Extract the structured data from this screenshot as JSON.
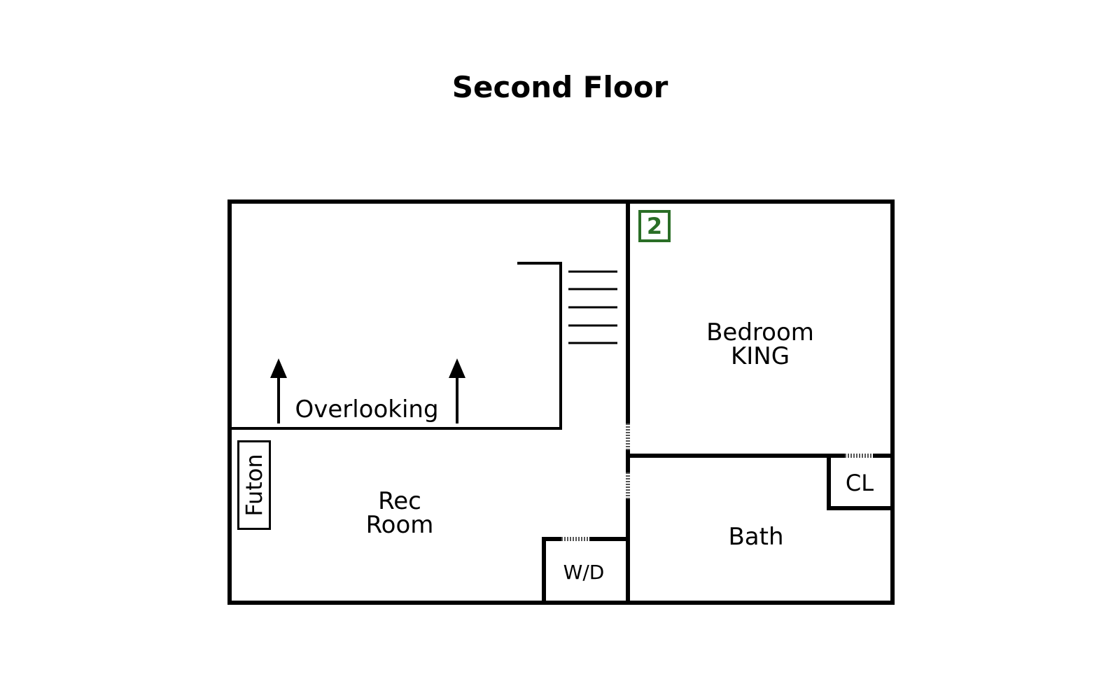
{
  "title": "Second Floor",
  "rooms": {
    "bedroom_line1": "Bedroom",
    "bedroom_line2": "KING",
    "bedroom_number": "2",
    "rec_line1": "Rec",
    "rec_line2": "Room",
    "overlooking": "Overlooking",
    "futon": "Futon",
    "closet": "CL",
    "bath": "Bath",
    "laundry": "W/D"
  },
  "colors": {
    "walls": "#000000",
    "badge": "#2a6e26",
    "background": "#ffffff"
  }
}
